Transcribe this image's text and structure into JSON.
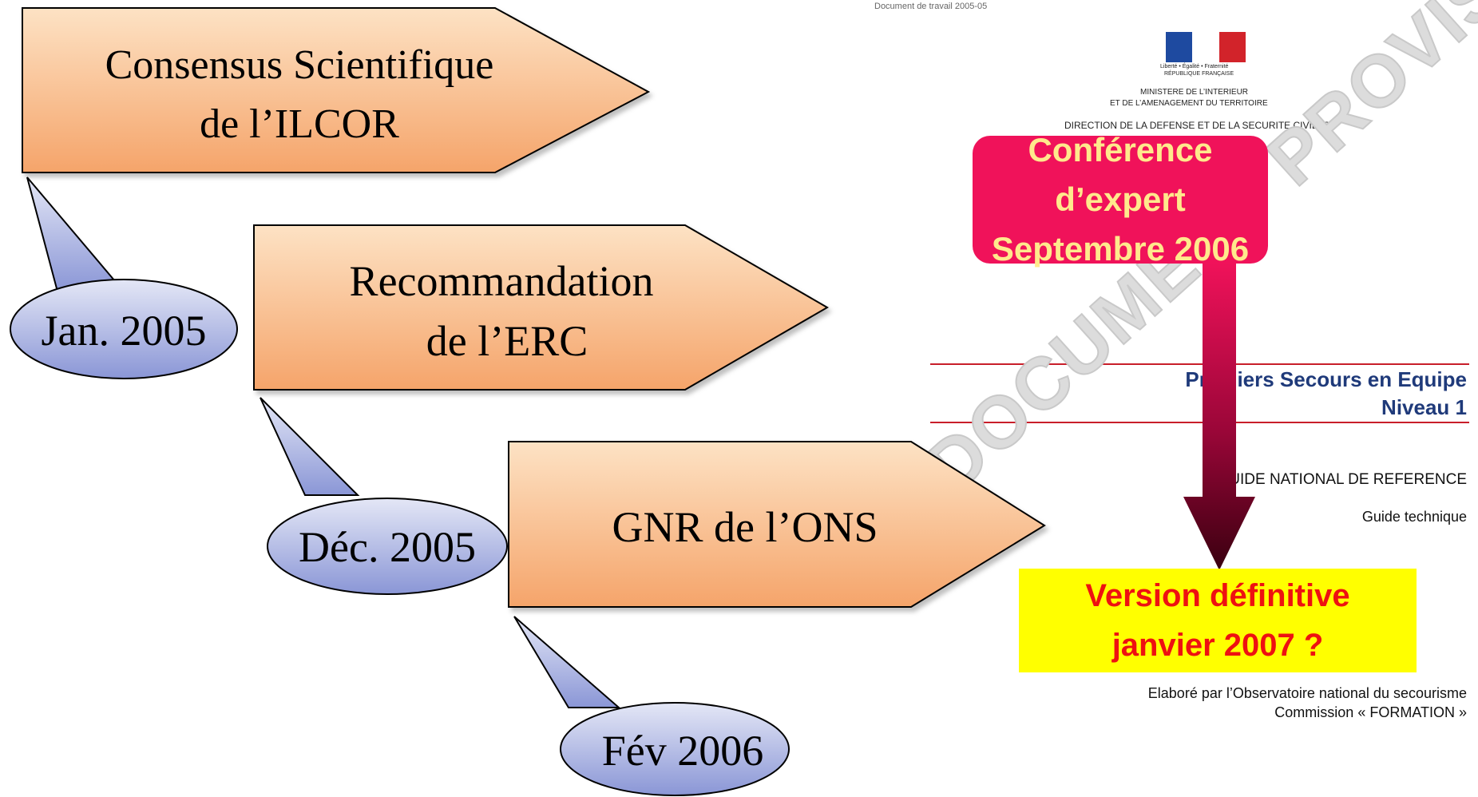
{
  "timeline": [
    {
      "box_line1": "Consensus Scientifique",
      "box_line2": "de l’ILCOR",
      "date": "Jan. 2005"
    },
    {
      "box_line1": "Recommandation",
      "box_line2": "de l’ERC",
      "date": "Déc. 2005"
    },
    {
      "box_line1": "GNR de l’ONS",
      "box_line2": "",
      "date": "Fév 2006"
    }
  ],
  "document": {
    "top_ref": "Document de travail 2005-05",
    "logo_motto": "Liberté • Égalité • Fraternité",
    "logo_republic": "RÉPUBLIQUE FRANÇAISE",
    "ministry_line1": "MINISTERE DE L’INTERIEUR",
    "ministry_line2": "ET DE L’AMENAGEMENT DU TERRITOIRE",
    "direction": "DIRECTION DE LA DEFENSE ET DE LA SECURITE CIVILES",
    "title_line1": "Premiers Secours en Equipe",
    "title_line2": "Niveau 1",
    "guide_national": "GUIDE NATIONAL DE REFERENCE",
    "guide_technique": "Guide technique",
    "elabore_line1": "Elaboré par l’Observatoire national du secourisme",
    "elabore_line2": "Commission « FORMATION »",
    "watermark": "DOCUMENT PROVISOIRE"
  },
  "callout_conference": {
    "line1": "Conférence d’expert",
    "line2": "Septembre 2006"
  },
  "callout_version": {
    "line1": "Version définitive",
    "line2": "janvier 2007 ?"
  },
  "colors": {
    "box_gradient_top": "#fde2c4",
    "box_gradient_bottom": "#f5a46a",
    "bubble_top": "#e4e7f6",
    "bubble_bottom": "#8a96d6",
    "conference_bg": "#f0125a",
    "conference_text": "#ffe98c",
    "version_bg": "#ffff00",
    "version_text": "#ee1111",
    "arrow_top": "#f0125a",
    "arrow_bottom": "#3a0010",
    "doc_title": "#1f3a7a",
    "doc_rule": "#c81e2a"
  }
}
